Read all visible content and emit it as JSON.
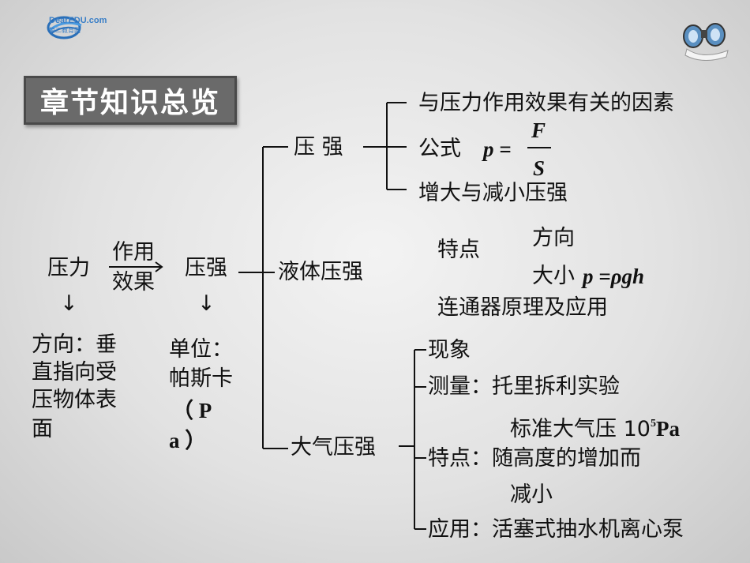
{
  "header": {
    "logo_text": "DearEDU.com",
    "logo_subtext": "第二教育网",
    "logo_icon": "swoosh-logo-icon",
    "corner_icon": "binoculars-icon"
  },
  "title": "章节知识总览",
  "left": {
    "pressure_force": "压力",
    "arrow_top": "作用",
    "arrow_bottom": "效果",
    "pressure": "压强",
    "down_arrow": "↓",
    "force_direction": [
      "方向：垂",
      "直指向受",
      "压物体表",
      "面"
    ],
    "unit": [
      "单位：",
      "帕斯卡",
      "（ P",
      "a ）"
    ]
  },
  "branches": {
    "solid": {
      "label": "压 强",
      "items": {
        "factors": "与压力作用效果有关的因素",
        "formula_label": "公式",
        "formula_var": "p =",
        "formula_num": "F",
        "formula_den": "S",
        "change": "增大与减小压强"
      }
    },
    "liquid": {
      "label": "液体压强",
      "feature": "特点",
      "direction": "方向",
      "size": "大小",
      "size_formula": "p =ρgh",
      "connector": "连通器原理及应用"
    },
    "air": {
      "label": "大气压强",
      "phenomenon": "现象",
      "measure": "测量：托里拆利实验",
      "standard": "标准大气压 10",
      "standard_exp": "5",
      "standard_unit": "Pa",
      "feature_line1": "特点：随高度的增加而",
      "feature_line2": "减小",
      "application": "应用：活塞式抽水机离心泵"
    }
  }
}
